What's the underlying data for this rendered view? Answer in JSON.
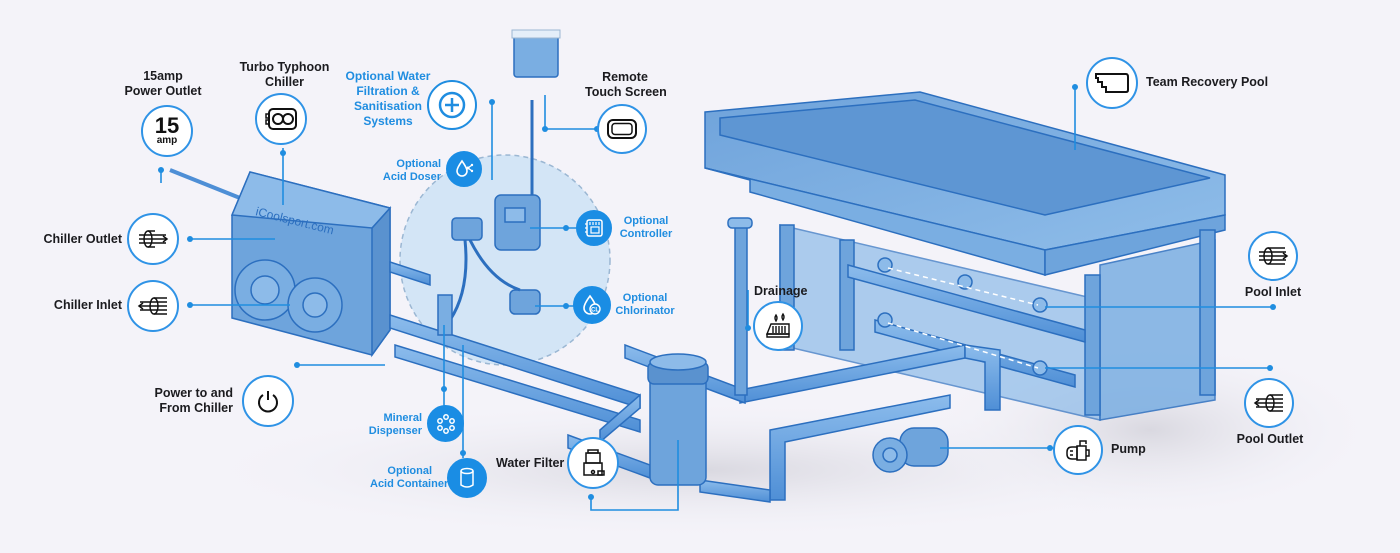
{
  "title": "Team Recovery Pool system diagram",
  "brand_on_chiller": "iCoolsport.com",
  "colors": {
    "background": "#f4f3f9",
    "equipment_fill": "#7fb0e3",
    "equipment_stroke": "#2c6fbf",
    "accent_blue": "#1f8de0",
    "label_dark": "#1b1b1f"
  },
  "callouts": {
    "power_outlet": {
      "label_line1": "15amp",
      "label_line2": "Power Outlet",
      "icon_main": "15",
      "icon_sub": "amp",
      "icon": "power-outlet-15amp-icon"
    },
    "chiller": {
      "label_line1": "Turbo Typhoon",
      "label_line2": "Chiller",
      "icon": "chiller-unit-icon"
    },
    "filtration": {
      "label_line1": "Optional Water",
      "label_line2": "Filtration &",
      "label_line3": "Sanitisation",
      "label_line4": "Systems",
      "icon": "plus-circle-icon"
    },
    "touch_screen": {
      "label_line1": "Remote",
      "label_line2": "Touch Screen",
      "icon": "touch-screen-icon"
    },
    "pool": {
      "label": "Team Recovery Pool",
      "icon": "pool-icon"
    },
    "acid_doser": {
      "label_line1": "Optional",
      "label_line2": "Acid Doser",
      "icon": "acid-doser-icon"
    },
    "controller": {
      "label_line1": "Optional",
      "label_line2": "Controller",
      "icon": "controller-icon"
    },
    "chlorinator": {
      "label_line1": "Optional",
      "label_line2": "Chlorinator",
      "icon": "chlorinator-icon",
      "icon_text": "CL"
    },
    "chiller_outlet": {
      "label": "Chiller Outlet",
      "icon": "outlet-flow-icon"
    },
    "chiller_inlet": {
      "label": "Chiller Inlet",
      "icon": "inlet-flow-icon"
    },
    "power_chiller": {
      "label_line1": "Power to and",
      "label_line2": "From Chiller",
      "icon": "power-icon"
    },
    "mineral_dispenser": {
      "label_line1": "Mineral",
      "label_line2": "Dispenser",
      "icon": "mineral-dispenser-icon"
    },
    "acid_container": {
      "label_line1": "Optional",
      "label_line2": "Acid Container",
      "icon": "acid-container-icon"
    },
    "water_filter": {
      "label": "Water Filter",
      "icon": "water-filter-icon"
    },
    "drainage": {
      "label": "Drainage",
      "icon": "drainage-icon"
    },
    "pump": {
      "label": "Pump",
      "icon": "pump-icon"
    },
    "pool_inlet": {
      "label": "Pool Inlet",
      "icon": "pool-inlet-flow-icon"
    },
    "pool_outlet": {
      "label": "Pool Outlet",
      "icon": "pool-outlet-flow-icon"
    }
  }
}
